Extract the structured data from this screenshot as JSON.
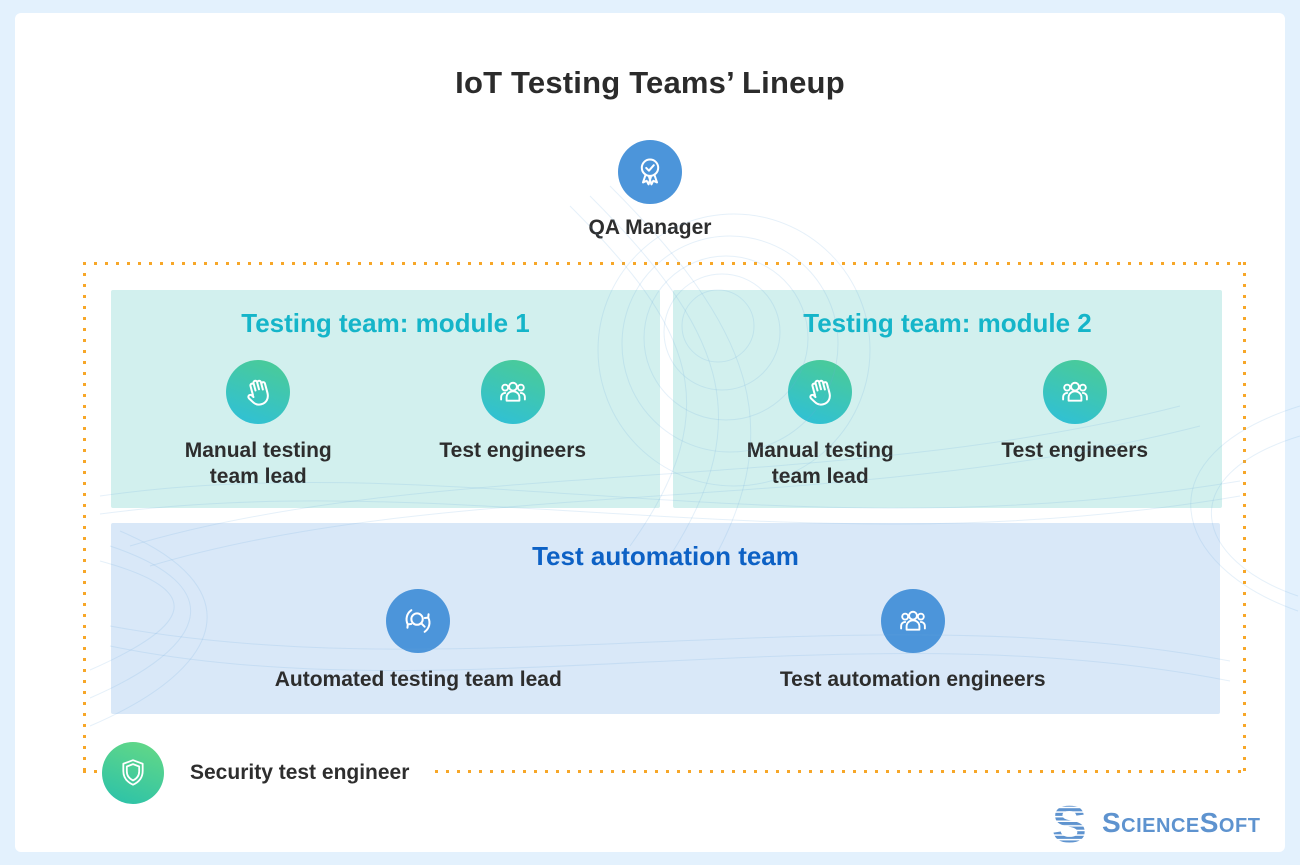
{
  "title": "IoT Testing Teams’ Lineup",
  "qa_manager": {
    "label": "QA Manager",
    "icon": "award-medal-icon"
  },
  "org_groups": {
    "module1": {
      "heading": "Testing team: module 1",
      "members": [
        {
          "icon": "hand-icon",
          "label": "Manual testing team lead"
        },
        {
          "icon": "people-group-icon",
          "label": "Test engineers"
        }
      ]
    },
    "module2": {
      "heading": "Testing team: module 2",
      "members": [
        {
          "icon": "hand-icon",
          "label": "Manual testing team lead"
        },
        {
          "icon": "people-group-icon",
          "label": "Test engineers"
        }
      ]
    },
    "automation": {
      "heading": "Test automation team",
      "members": [
        {
          "icon": "sync-search-icon",
          "label": "Automated testing team lead"
        },
        {
          "icon": "people-group-icon",
          "label": "Test automation engineers"
        }
      ]
    }
  },
  "security": {
    "label": "Security test engineer",
    "icon": "shield-icon"
  },
  "logo": {
    "text": "ScienceSoft",
    "mark": "striped-s-logo"
  },
  "colors": {
    "canvas_bg": "#e3f1fd",
    "panel_bg": "#ffffff",
    "title_text": "#2b2b2b",
    "teal_box_bg": "#d2f0ee",
    "teal_heading": "#15b5c9",
    "teal_icon_gradient": [
      "#4bcb96",
      "#2fc0d7"
    ],
    "blue_box_bg": "#d9e8f8",
    "blue_heading": "#0d61c5",
    "blue_icon": "#4c95da",
    "security_icon_gradient": [
      "#63d886",
      "#2cc2a9"
    ],
    "dotted_border": "#f7a728",
    "label_text": "#2d2d2d",
    "logo_blue": "#5e93cf"
  }
}
